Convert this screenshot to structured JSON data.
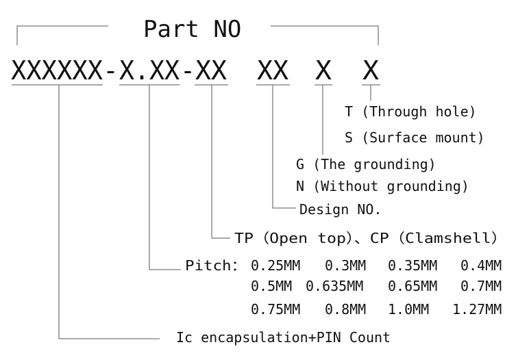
{
  "title": "Part NO",
  "code_segments": {
    "base": "XXXXXX",
    "dash1": "-",
    "pitch": "X.XX",
    "dash2": "-",
    "type": "XX",
    "design": "XX",
    "grounding": "X",
    "mount": "X"
  },
  "mount_options": [
    "T (Through hole)",
    "S (Surface mount)"
  ],
  "grounding_options": [
    "G (The grounding)",
    "N (Without grounding)"
  ],
  "design_label": "Design NO.",
  "type_label": "TP（Open top）、CP（Clamshell）",
  "pitch_label": "Pitch：",
  "pitch_values": [
    [
      "0.25MM",
      "0.3MM",
      "0.35MM",
      "0.4MM"
    ],
    [
      "0.5MM",
      "0.635MM",
      "0.65MM",
      "0.7MM"
    ],
    [
      "0.75MM",
      "0.8MM",
      "1.0MM",
      "1.27MM"
    ]
  ],
  "encapsulation_label": "Ic encapsulation+PIN Count"
}
